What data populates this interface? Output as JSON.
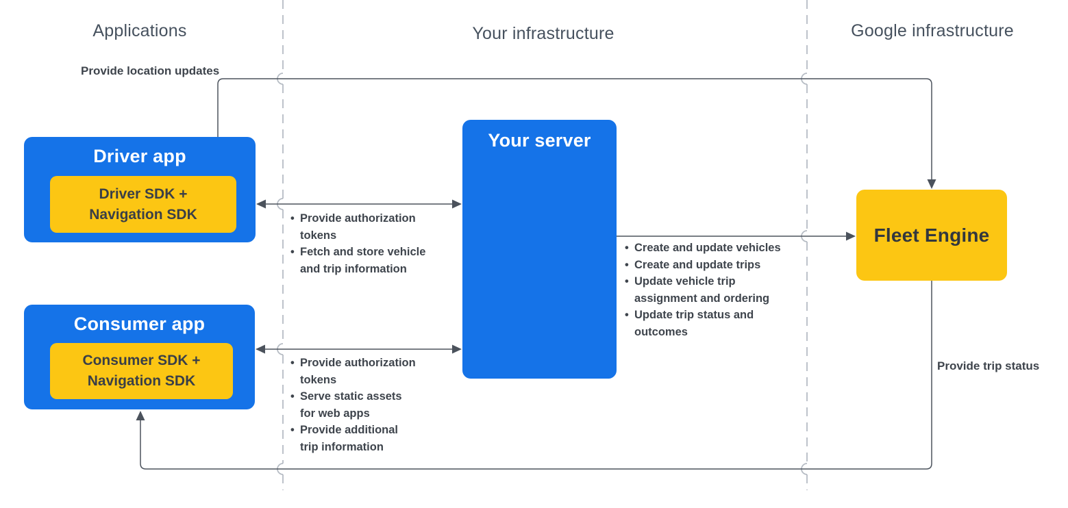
{
  "columns": {
    "applications": {
      "label": "Applications"
    },
    "your_infrastructure": {
      "label": "Your infrastructure"
    },
    "google_infrastructure": {
      "label": "Google infrastructure"
    }
  },
  "nodes": {
    "driver_app": {
      "label": "Driver app",
      "sdk": "Driver SDK +\nNavigation SDK"
    },
    "consumer_app": {
      "label": "Consumer app",
      "sdk": "Consumer SDK +\nNavigation SDK"
    },
    "your_server": {
      "label": "Your server"
    },
    "fleet_engine": {
      "label": "Fleet Engine"
    }
  },
  "edges": {
    "location_updates": {
      "label": "Provide location updates"
    },
    "trip_status": {
      "label": "Provide trip status"
    },
    "driver_server": {
      "items": [
        "Provide authorization\ntokens",
        "Fetch and store vehicle\nand trip information"
      ]
    },
    "consumer_server": {
      "items": [
        "Provide authorization\ntokens",
        "Serve static assets\nfor web apps",
        "Provide additional\ntrip information"
      ]
    },
    "server_fleet": {
      "items": [
        "Create and update vehicles",
        "Create and update trips",
        "Update vehicle trip\nassignment and ordering",
        "Update trip status and\noutcomes"
      ]
    }
  },
  "colors": {
    "blue": "#1573E8",
    "yellow": "#FCC613",
    "ink": "#3E444C",
    "header": "#46515E",
    "line": "#4B525C",
    "dashed": "#B6BCC4"
  }
}
